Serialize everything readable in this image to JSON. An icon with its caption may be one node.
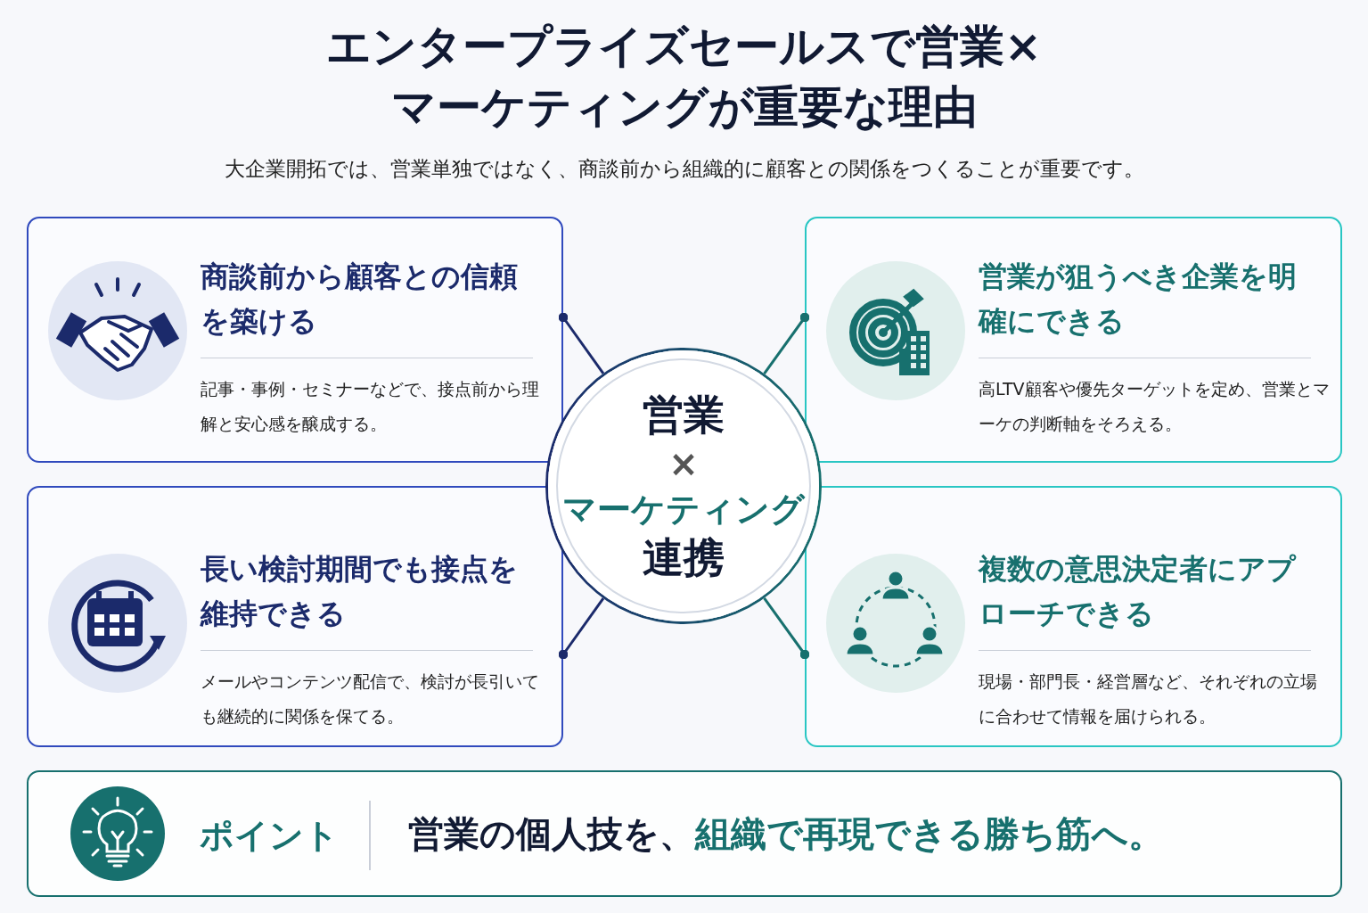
{
  "diagram": {
    "title": "エンタープライズセールスで営業×マーケティングが重要な理由",
    "nodes": [
      {
        "text": [
          "商談前から顧客との信頼を築ける",
          "記事・事例・セミナーなどで、接点前から理解と安心感を醸成する。"
        ]
      },
      {
        "text": [
          "営業が狙うべき企業を明確にできる",
          "高LTV顧客や優先ターゲットを定め、営業とマーケの判断軸をそろえる。"
        ]
      },
      {
        "text": [
          "長い検討期間でも接点を維持できる",
          "メールやコンテンツ配信で、検討が長引いても継続的に関係を保てる。"
        ]
      },
      {
        "text": [
          "複数の意思決定者にアプローチできる",
          "現場・部門長・経営層など、それぞれの立場に合わせて情報を届けられる。"
        ]
      },
      {
        "text": [
          "営業",
          "×",
          "マーケティング",
          "連携"
        ]
      },
      {
        "text": [
          "ポイント",
          "営業の個人技を、",
          "組織で再現できる勝ち筋へ。"
        ]
      }
    ],
    "edges": [
      {
        "from": 4,
        "to": 0,
        "arrow": "other"
      },
      {
        "from": 4,
        "to": 1,
        "arrow": "other",
        "color": "#17706e"
      },
      {
        "from": 4,
        "to": 2,
        "arrow": "other"
      },
      {
        "from": 4,
        "to": 3,
        "arrow": "other",
        "color": "#17706e"
      }
    ],
    "labels": [
      "大企業開拓では、営業単独ではなく、商談前から組織的に顧客との関係をつくることが重要です。"
    ]
  }
}
